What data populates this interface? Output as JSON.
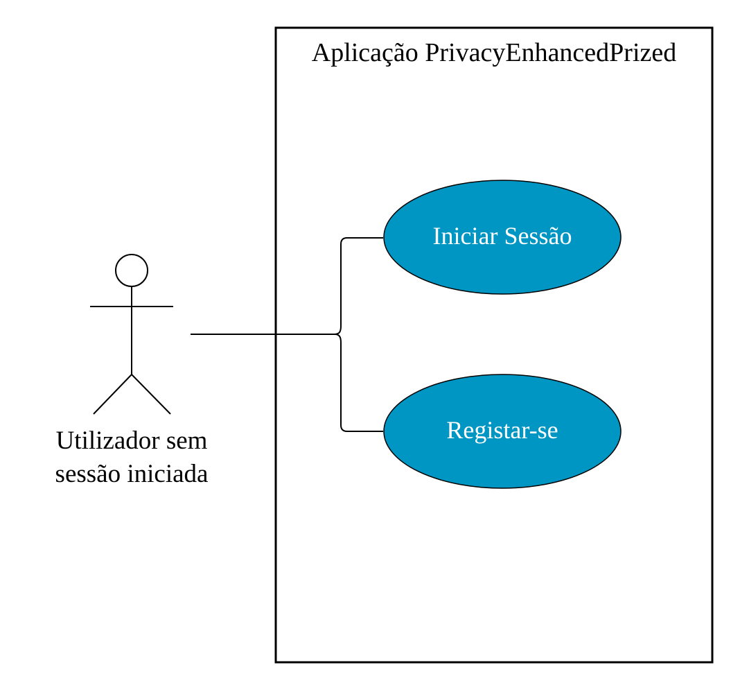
{
  "system": {
    "title": "Aplicação PrivacyEnhancedPrized"
  },
  "actor": {
    "name": "Utilizador sem\nsessão iniciada"
  },
  "use_cases": [
    {
      "label": "Iniciar Sessão"
    },
    {
      "label": "Registar-se"
    }
  ],
  "colors": {
    "use_case_fill": "#0096c3",
    "line": "#000000",
    "use_case_text": "#ffffff"
  }
}
